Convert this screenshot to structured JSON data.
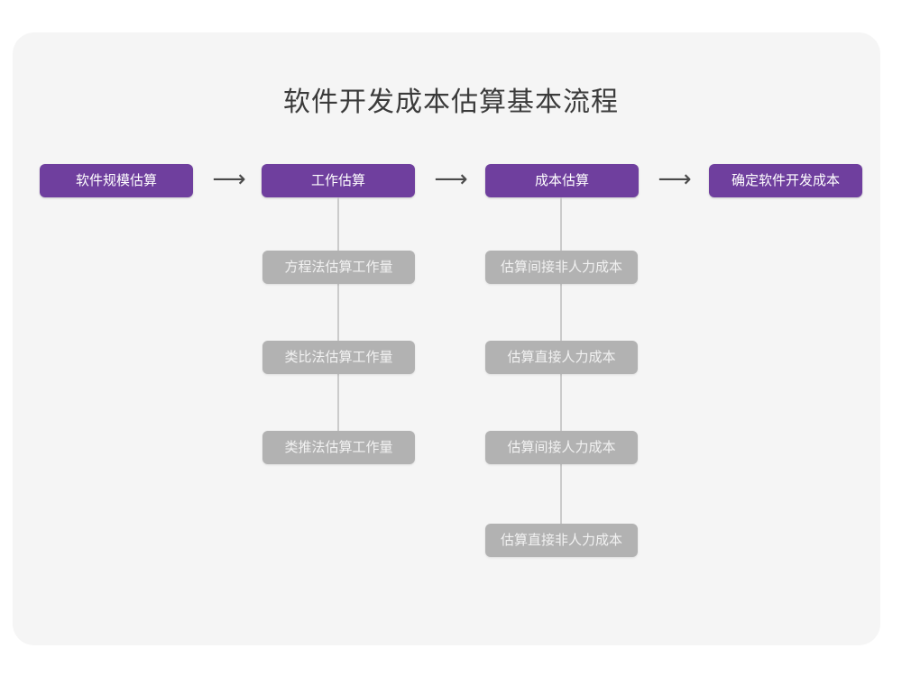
{
  "title": "软件开发成本估算基本流程",
  "colors": {
    "page_background": "#ffffff",
    "card_background": "#f5f5f5",
    "primary_node": "#6f3f9e",
    "secondary_node": "#b2b2b2",
    "title_text": "#3b3b3b",
    "connector": "#cbcbcb",
    "arrow": "#4a4a4a"
  },
  "arrows": {
    "glyph": "⟶",
    "name": "right-arrow"
  },
  "flow": {
    "stages": [
      {
        "id": "stage-1",
        "label": "软件规模估算",
        "substeps": []
      },
      {
        "id": "stage-2",
        "label": "工作估算",
        "substeps": [
          "方程法估算工作量",
          "类比法估算工作量",
          "类推法估算工作量"
        ]
      },
      {
        "id": "stage-3",
        "label": "成本估算",
        "substeps": [
          "估算间接非人力成本",
          "估算直接人力成本",
          "估算间接人力成本",
          "估算直接非人力成本"
        ]
      },
      {
        "id": "stage-4",
        "label": "确定软件开发成本",
        "substeps": []
      }
    ]
  }
}
